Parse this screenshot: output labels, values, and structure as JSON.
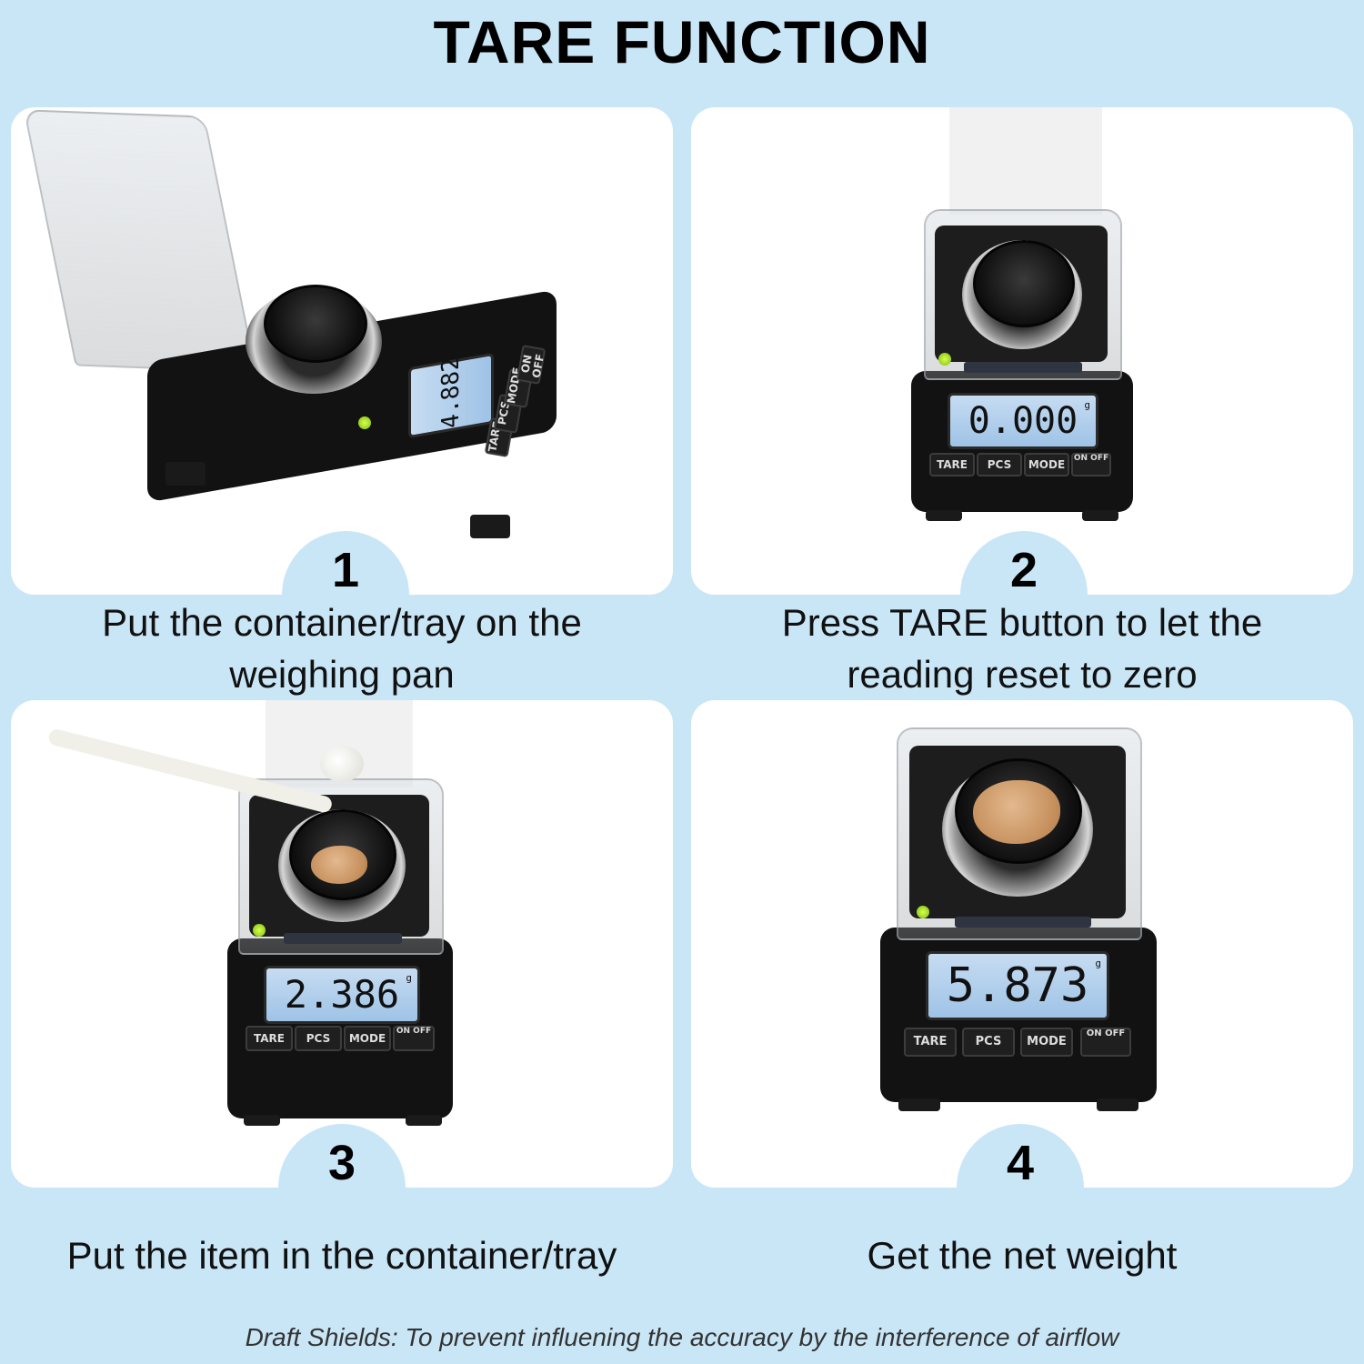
{
  "title": "TARE FUNCTION",
  "steps": [
    {
      "number": "1",
      "caption_line1": "Put the container/tray on the",
      "caption_line2": "weighing pan",
      "display": "4.882",
      "buttons": [
        "TARE",
        "PCS",
        "MODE",
        "ON OFF"
      ]
    },
    {
      "number": "2",
      "caption_line1": "Press TARE button to let the",
      "caption_line2": "reading reset to zero",
      "display": "0.000",
      "buttons": [
        "TARE",
        "PCS",
        "MODE",
        "ON OFF"
      ]
    },
    {
      "number": "3",
      "caption_line1": "Put the item in the container/tray",
      "caption_line2": "",
      "display": "2.386",
      "buttons": [
        "TARE",
        "PCS",
        "MODE",
        "ON OFF"
      ]
    },
    {
      "number": "4",
      "caption_line1": "Get the net weight",
      "caption_line2": "",
      "display": "5.873",
      "buttons": [
        "TARE",
        "PCS",
        "MODE",
        "ON OFF"
      ]
    }
  ],
  "unit": "g",
  "footnote": "Draft Shields: To prevent influening the accuracy by the interference of airflow",
  "colors": {
    "background": "#c9e6f7",
    "panel": "#ffffff",
    "lcd": "#b3d2ee",
    "scale": "#121212",
    "powder": "#d4a373"
  }
}
